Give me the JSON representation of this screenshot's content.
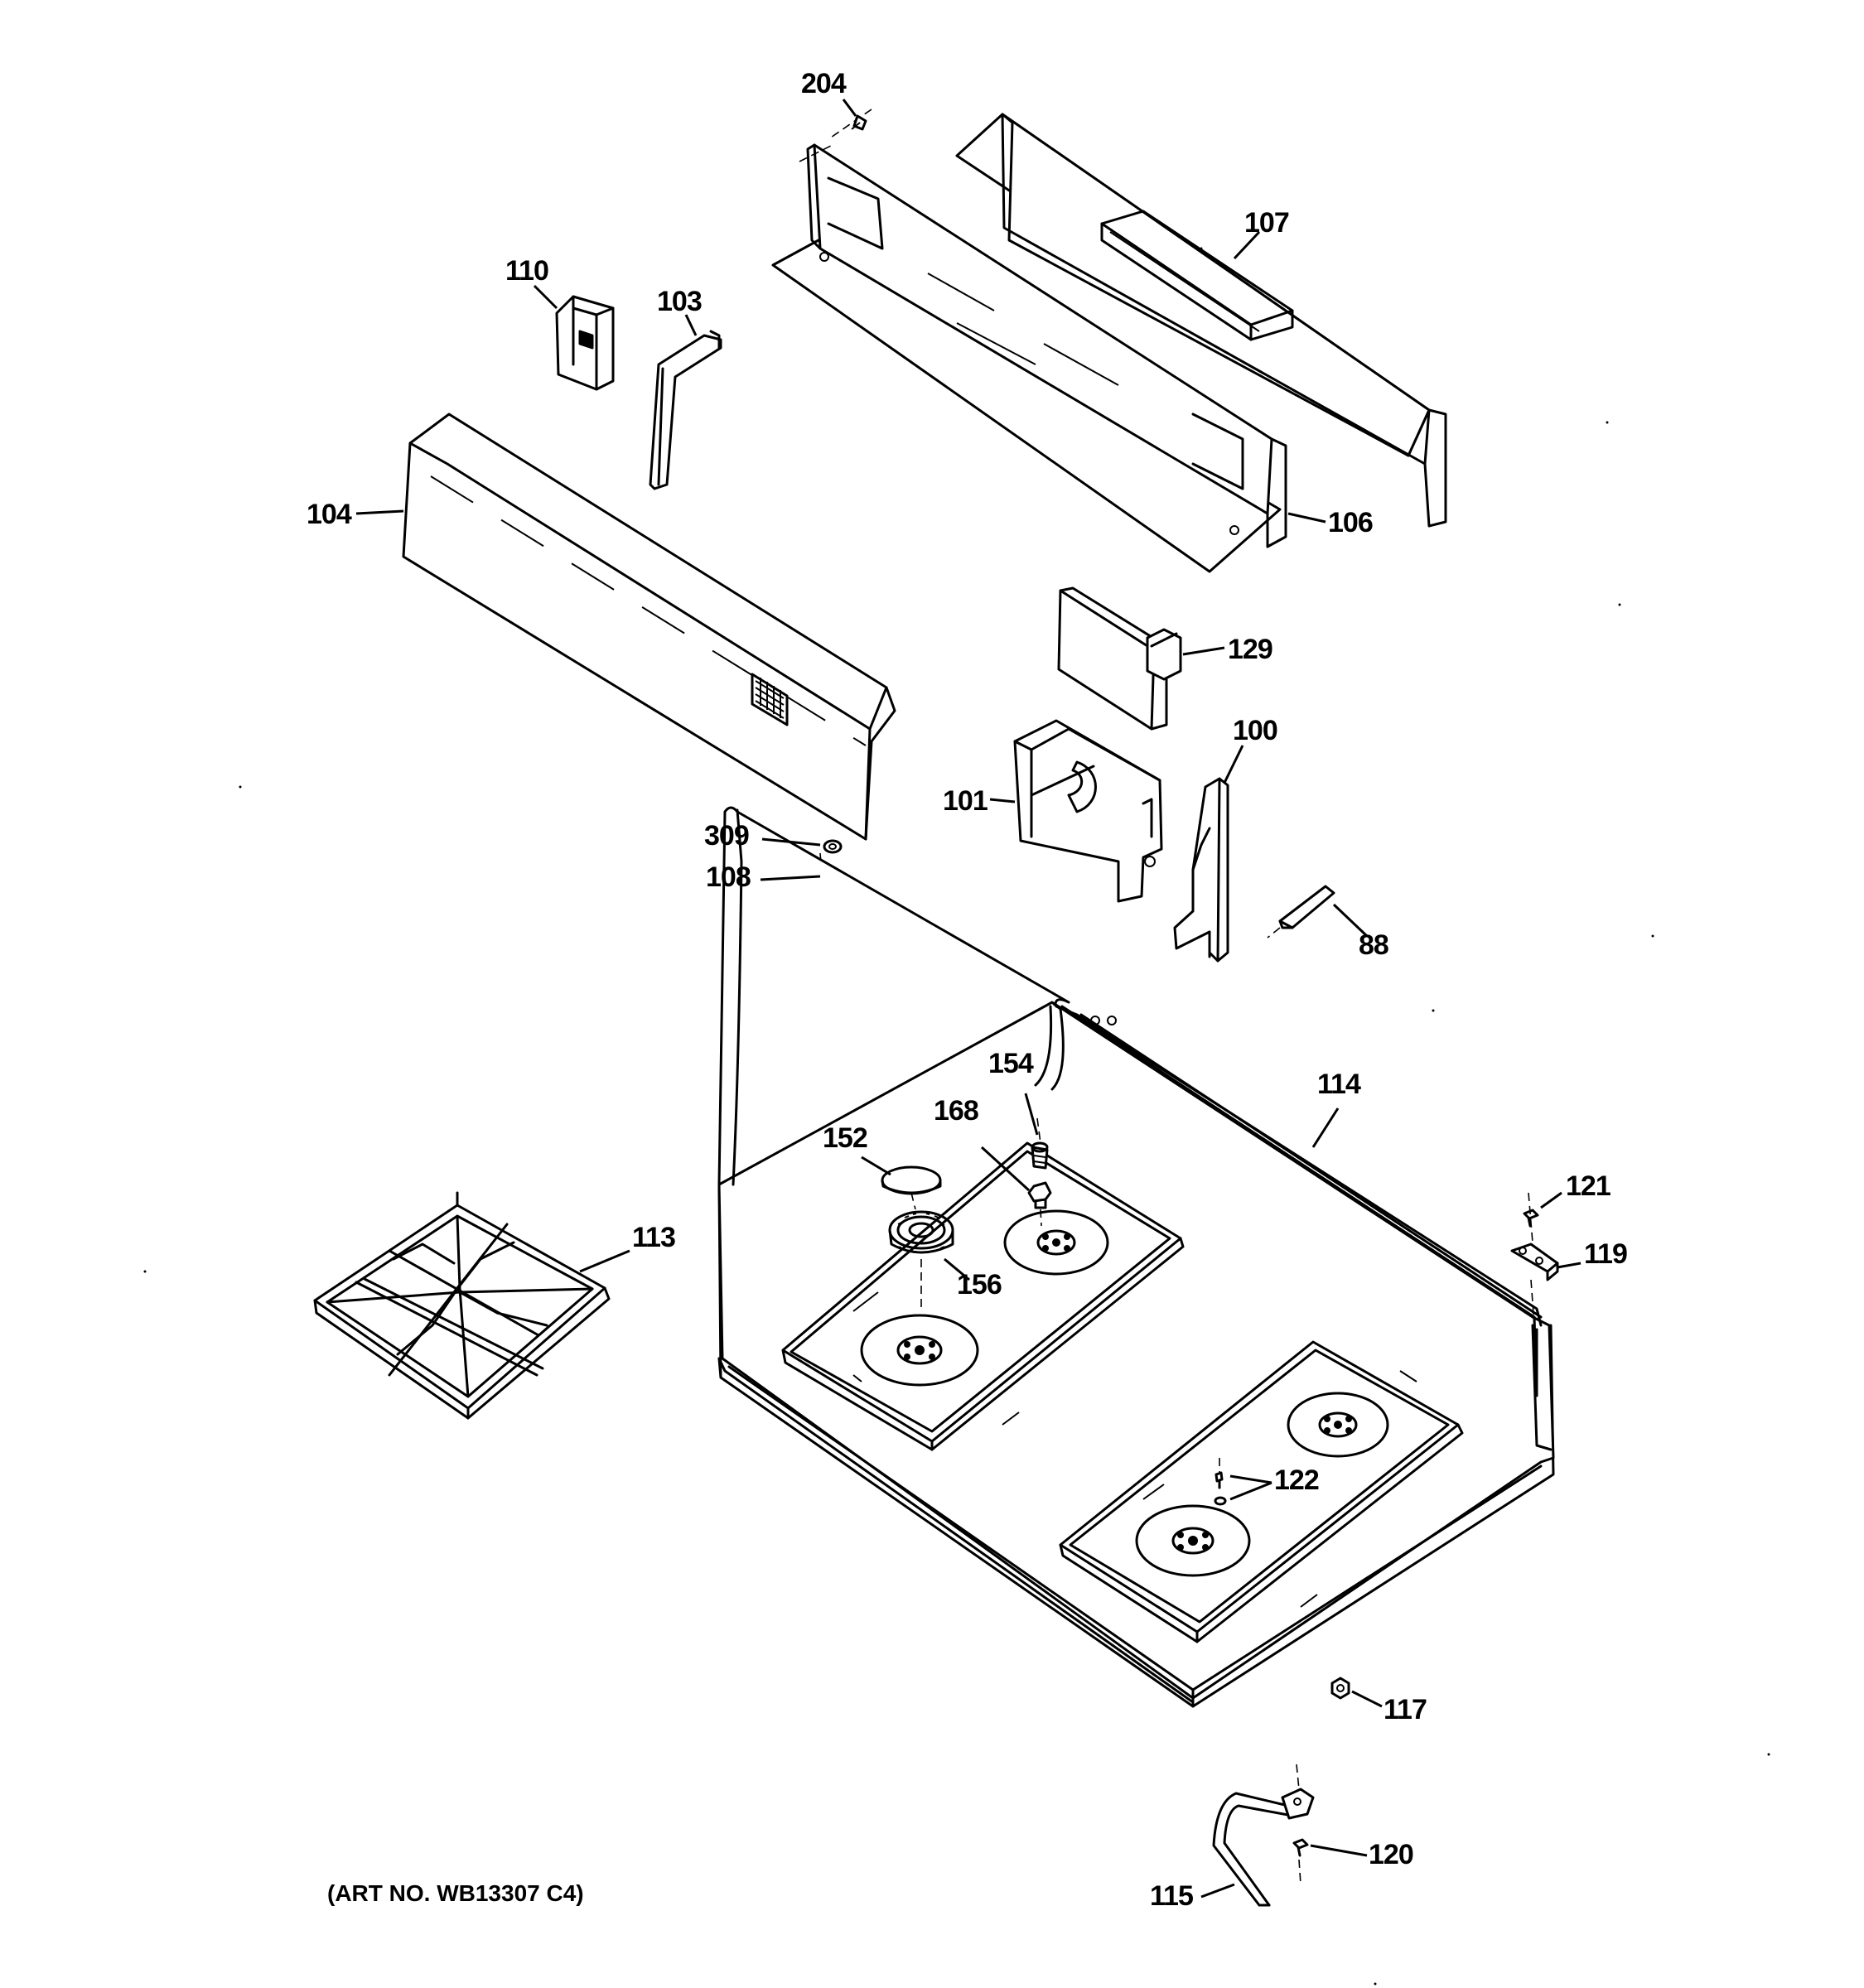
{
  "callouts": {
    "c204": "204",
    "c107": "107",
    "c110": "110",
    "c103": "103",
    "c104": "104",
    "c106": "106",
    "c129": "129",
    "c100": "100",
    "c101": "101",
    "c309": "309",
    "c108": "108",
    "c88": "88",
    "c154": "154",
    "c114": "114",
    "c168": "168",
    "c152": "152",
    "c113": "113",
    "c156": "156",
    "c121": "121",
    "c119": "119",
    "c122": "122",
    "c117": "117",
    "c120": "120",
    "c115": "115"
  },
  "art_number": "(ART NO. WB13307 C4)"
}
